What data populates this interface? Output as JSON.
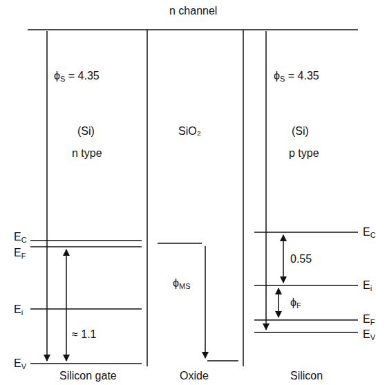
{
  "diagram": {
    "labels": [
      "n channel",
      "ϕS = 4.35",
      "(Si)",
      "n type",
      "SiO₂",
      "ϕS = 4.35",
      "(Si)",
      "p type",
      "EC",
      "EF",
      "Ei",
      "EV",
      "≈ 1.1",
      "ϕMS",
      "0.55",
      "ϕF",
      "EC",
      "Ei",
      "EF",
      "EV",
      "Silicon gate",
      "Oxide",
      "Silicon"
    ]
  }
}
